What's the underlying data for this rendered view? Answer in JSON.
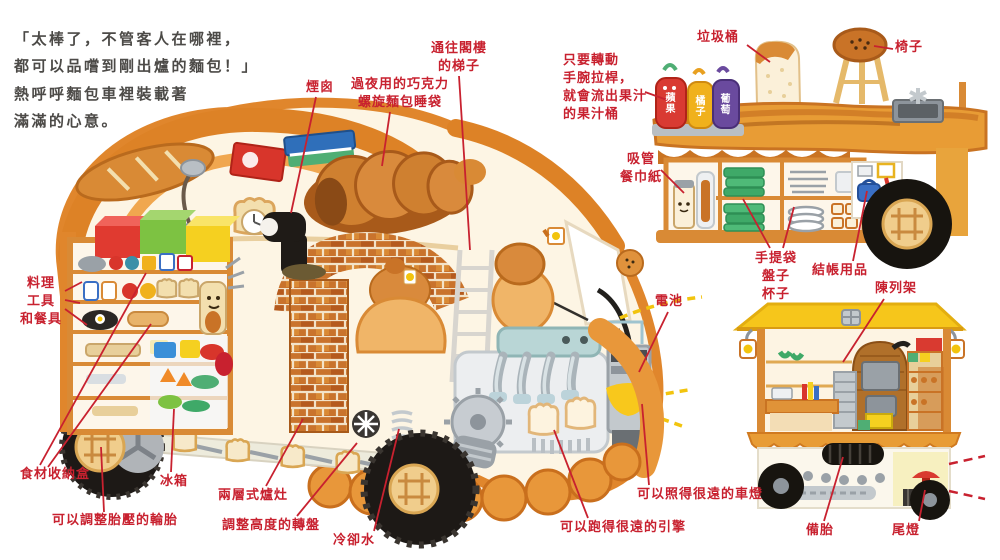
{
  "story": {
    "text": "「太棒了，不管客人在哪裡，\n都可以品嚐到剛出爐的麵包！」\n熱呼呼麵包車裡裝載著\n滿滿的心意。"
  },
  "juice": {
    "apple": "蘋果",
    "orange": "橘子",
    "grape": "葡萄"
  },
  "labels": {
    "chimney": "煙囪",
    "sleeping_bag": "過夜用的巧克力\n螺旋麵包睡袋",
    "attic_ladder": "通往閣樓\n的梯子",
    "juice_barrel": "只要轉動\n手腕拉桿，\n就會流出果汁\n的果汁桶",
    "trash_can": "垃圾桶",
    "chair": "椅子",
    "straw_napkin": "吸管\n餐巾紙",
    "bags_plates_cups": "手提袋\n盤子\n杯子",
    "checkout_supplies": "結帳用品",
    "display_rack": "陳列架",
    "cooking_tools": "料理\n工具\n和餐具",
    "battery": "電池",
    "ingredient_box": "食材收納盒",
    "fridge": "冰箱",
    "adjustable_tire": "可以調整胎壓的輪胎",
    "two_layer_stove": "兩層式爐灶",
    "height_turntable": "調整高度的轉盤",
    "cooling_water": "冷卻水",
    "far_running_engine": "可以跑得很遠的引擎",
    "far_shining_headlight": "可以照得很遠的車燈",
    "spare_tire": "備胎",
    "tail_light": "尾燈"
  },
  "colors": {
    "label_red": "#c8212f",
    "crust_orange": "#e0862c",
    "deep_crust": "#c96f1d",
    "interior_cream": "#fdf5e4",
    "awning_yellow": "#f6c61b",
    "apple_red": "#d93a32",
    "orange_yellow": "#f0b11c",
    "grape_purple": "#6a4a9e",
    "bag_green": "#3fa968",
    "tire_black": "#1d1916"
  }
}
